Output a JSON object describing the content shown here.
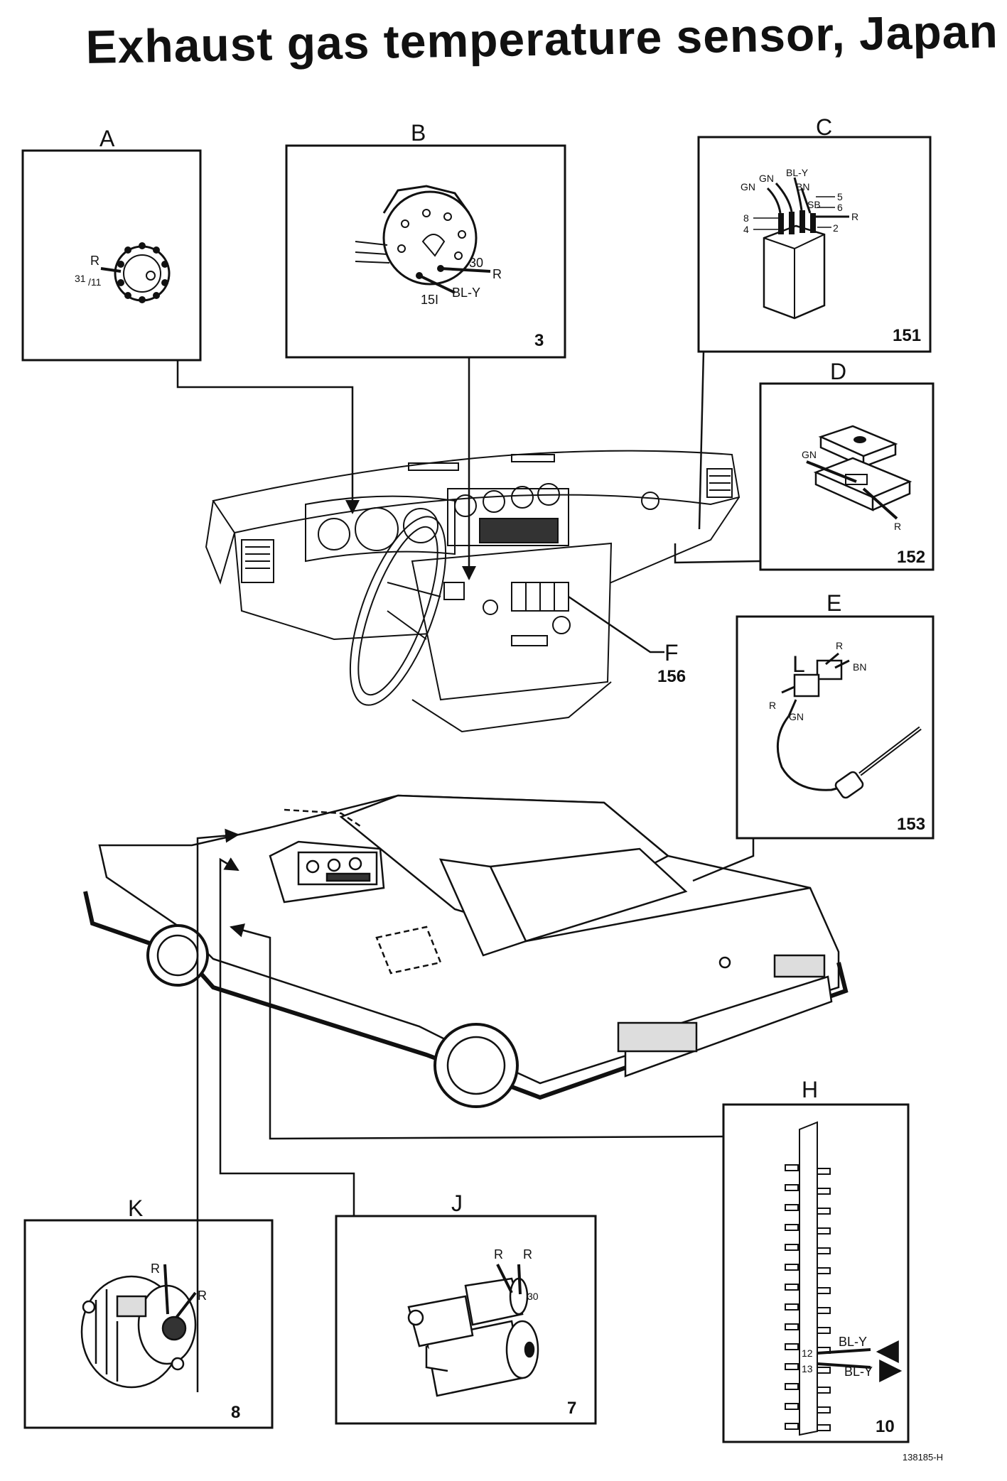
{
  "title": "Exhaust gas temperature sensor, Japan",
  "reference_code": "138185-H",
  "panels": {
    "A": {
      "letter": "A",
      "labels": [
        "R",
        "31",
        "/11"
      ]
    },
    "B": {
      "letter": "B",
      "number": "3",
      "labels": [
        "30",
        "R",
        "15I",
        "BL-Y"
      ]
    },
    "C": {
      "letter": "C",
      "number": "151",
      "labels": [
        "GN",
        "GN",
        "BL-Y",
        "BN",
        "5",
        "SB",
        "6",
        "8",
        "R",
        "4",
        "2"
      ]
    },
    "D": {
      "letter": "D",
      "number": "152",
      "labels": [
        "GN",
        "R"
      ]
    },
    "E": {
      "letter": "E",
      "number": "153",
      "labels": [
        "R",
        "L",
        "BN",
        "R",
        "GN"
      ]
    },
    "F": {
      "letter": "F",
      "number": "156"
    },
    "H": {
      "letter": "H",
      "number": "10",
      "labels": [
        "BL-Y",
        "BL-Y",
        "12",
        "13"
      ]
    },
    "J": {
      "letter": "J",
      "number": "7",
      "labels": [
        "R",
        "R",
        "30"
      ]
    },
    "K": {
      "letter": "K",
      "number": "8",
      "labels": [
        "R",
        "R"
      ]
    }
  },
  "icons": [
    "ignition-switch-icon",
    "relay-icon",
    "fuse-box-icon",
    "temperature-sensor-icon",
    "fuse-block-icon",
    "starter-motor-icon",
    "alternator-icon",
    "dashboard-icon",
    "car-icon"
  ]
}
